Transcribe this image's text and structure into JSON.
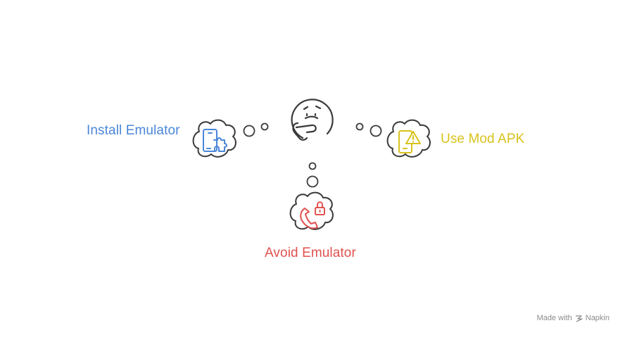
{
  "diagram": {
    "options": [
      {
        "id": "left",
        "label": "Install Emulator",
        "color": "#4a86d8",
        "icon": "phone-puzzle-icon"
      },
      {
        "id": "right",
        "label": "Use Mod APK",
        "color": "#d9c21c",
        "icon": "phone-warning-icon"
      },
      {
        "id": "bottom",
        "label": "Avoid Emulator",
        "color": "#e0524f",
        "icon": "phone-lock-icon"
      }
    ],
    "center_icon": "thinking-face-icon",
    "outline_color": "#3a3a3a"
  },
  "watermark": {
    "prefix": "Made with",
    "brand": "Napkin",
    "icon": "napkin-logo-icon"
  }
}
